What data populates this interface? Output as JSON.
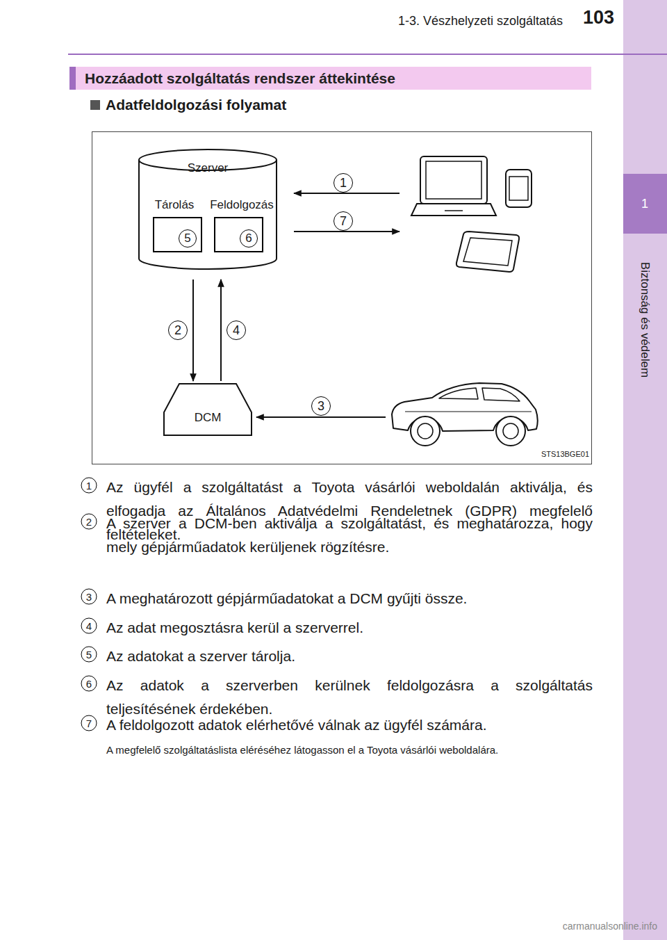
{
  "diagram": {
    "nodes": [
      {
        "text": [
          "Szerver"
        ]
      },
      {
        "text": [
          "Tárolás",
          "5"
        ],
        "in": 0
      },
      {
        "text": [
          "Feldolgozás",
          "6"
        ],
        "in": 0
      },
      {
        "text": [
          "DCM"
        ]
      }
    ],
    "edges": [
      {
        "from": 0,
        "to": 3,
        "arrow": "to",
        "label": "2"
      },
      {
        "from": 3,
        "to": 0,
        "arrow": "to",
        "label": "4"
      }
    ],
    "labels": [
      "103",
      "1-3. Vészhelyzeti szolgáltatás",
      "1",
      "Biztonság és védelem",
      "Hozzáadott szolgáltatás rendszer áttekintése",
      "Adatfeldolgozási folyamat",
      "1",
      "7",
      "3",
      "STS13BGE01",
      "1",
      "Az ügyfél a szolgáltatást a Toyota vásárlói weboldalán aktiválja, és elfogadja az Általános Adatvédelmi Rendeletnek (GDPR) megfelelő feltételeket.",
      "2",
      "A szerver a DCM-ben aktiválja a szolgáltatást, és meghatározza, hogy mely gépjárműadatok kerüljenek rögzítésre.",
      "3",
      "A meghatározott gépjárműadatokat a DCM gyűjti össze.",
      "4",
      "Az adat megosztásra kerül a szerverrel.",
      "5",
      "Az adatokat a szerver tárolja.",
      "6",
      "Az adatok a szerverben kerülnek feldolgozásra a szolgáltatás teljesítésének érdekében.",
      "7",
      "A feldolgozott adatok elérhetővé válnak az ügyfél számára.",
      "A megfelelő szolgáltatáslista eléréséhez látogasson el a Toyota vásárlói weboldalára.",
      "carmanualsonline.info"
    ]
  }
}
